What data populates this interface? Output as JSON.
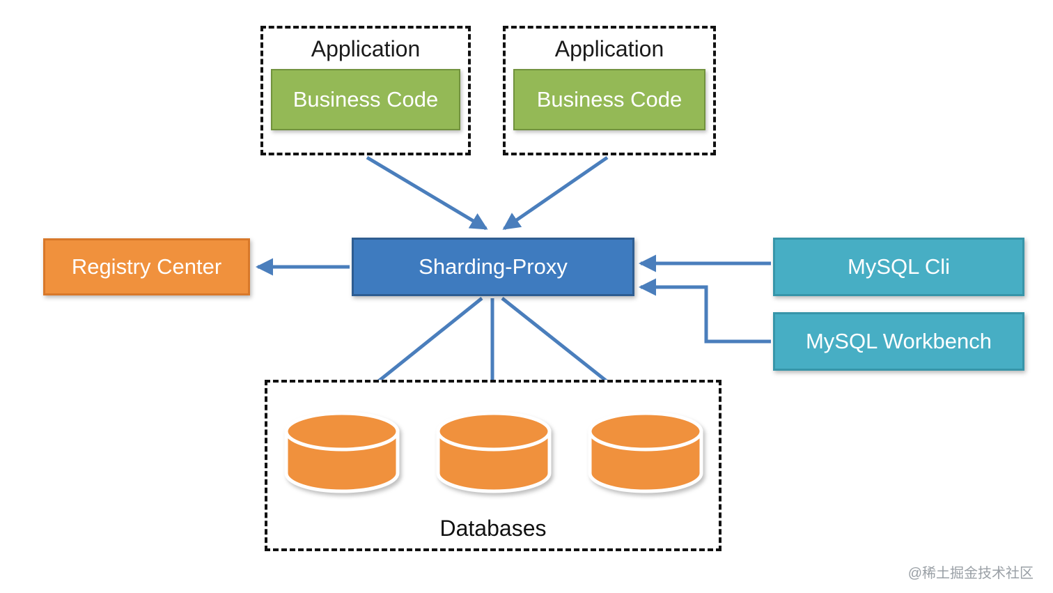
{
  "diagram": {
    "applications": [
      {
        "title": "Application",
        "inner_label": "Business Code"
      },
      {
        "title": "Application",
        "inner_label": "Business Code"
      }
    ],
    "proxy": {
      "label": "Sharding-Proxy"
    },
    "registry": {
      "label": "Registry Center"
    },
    "clients": [
      {
        "label": "MySQL Cli"
      },
      {
        "label": "MySQL Workbench"
      }
    ],
    "databases": {
      "label": "Databases",
      "cylinder_count": 3
    },
    "connections": [
      {
        "from": "application-1",
        "to": "sharding-proxy"
      },
      {
        "from": "application-2",
        "to": "sharding-proxy"
      },
      {
        "from": "sharding-proxy",
        "to": "registry-center"
      },
      {
        "from": "mysql-cli",
        "to": "sharding-proxy"
      },
      {
        "from": "mysql-workbench",
        "to": "sharding-proxy"
      },
      {
        "from": "sharding-proxy",
        "to": "database-1"
      },
      {
        "from": "sharding-proxy",
        "to": "database-2"
      },
      {
        "from": "sharding-proxy",
        "to": "database-3"
      }
    ],
    "colors": {
      "proxy_fill": "#3e7bbf",
      "proxy_border": "#2e5d91",
      "registry_fill": "#f0913d",
      "registry_border": "#d8782a",
      "client_fill": "#47aec4",
      "client_border": "#3795a9",
      "business_fill": "#94b956",
      "business_border": "#71923d",
      "cylinder_fill": "#f0913d",
      "arrow": "#4a7ebc",
      "dashed_border": "#111111"
    },
    "watermark": "@稀土掘金技术社区"
  }
}
